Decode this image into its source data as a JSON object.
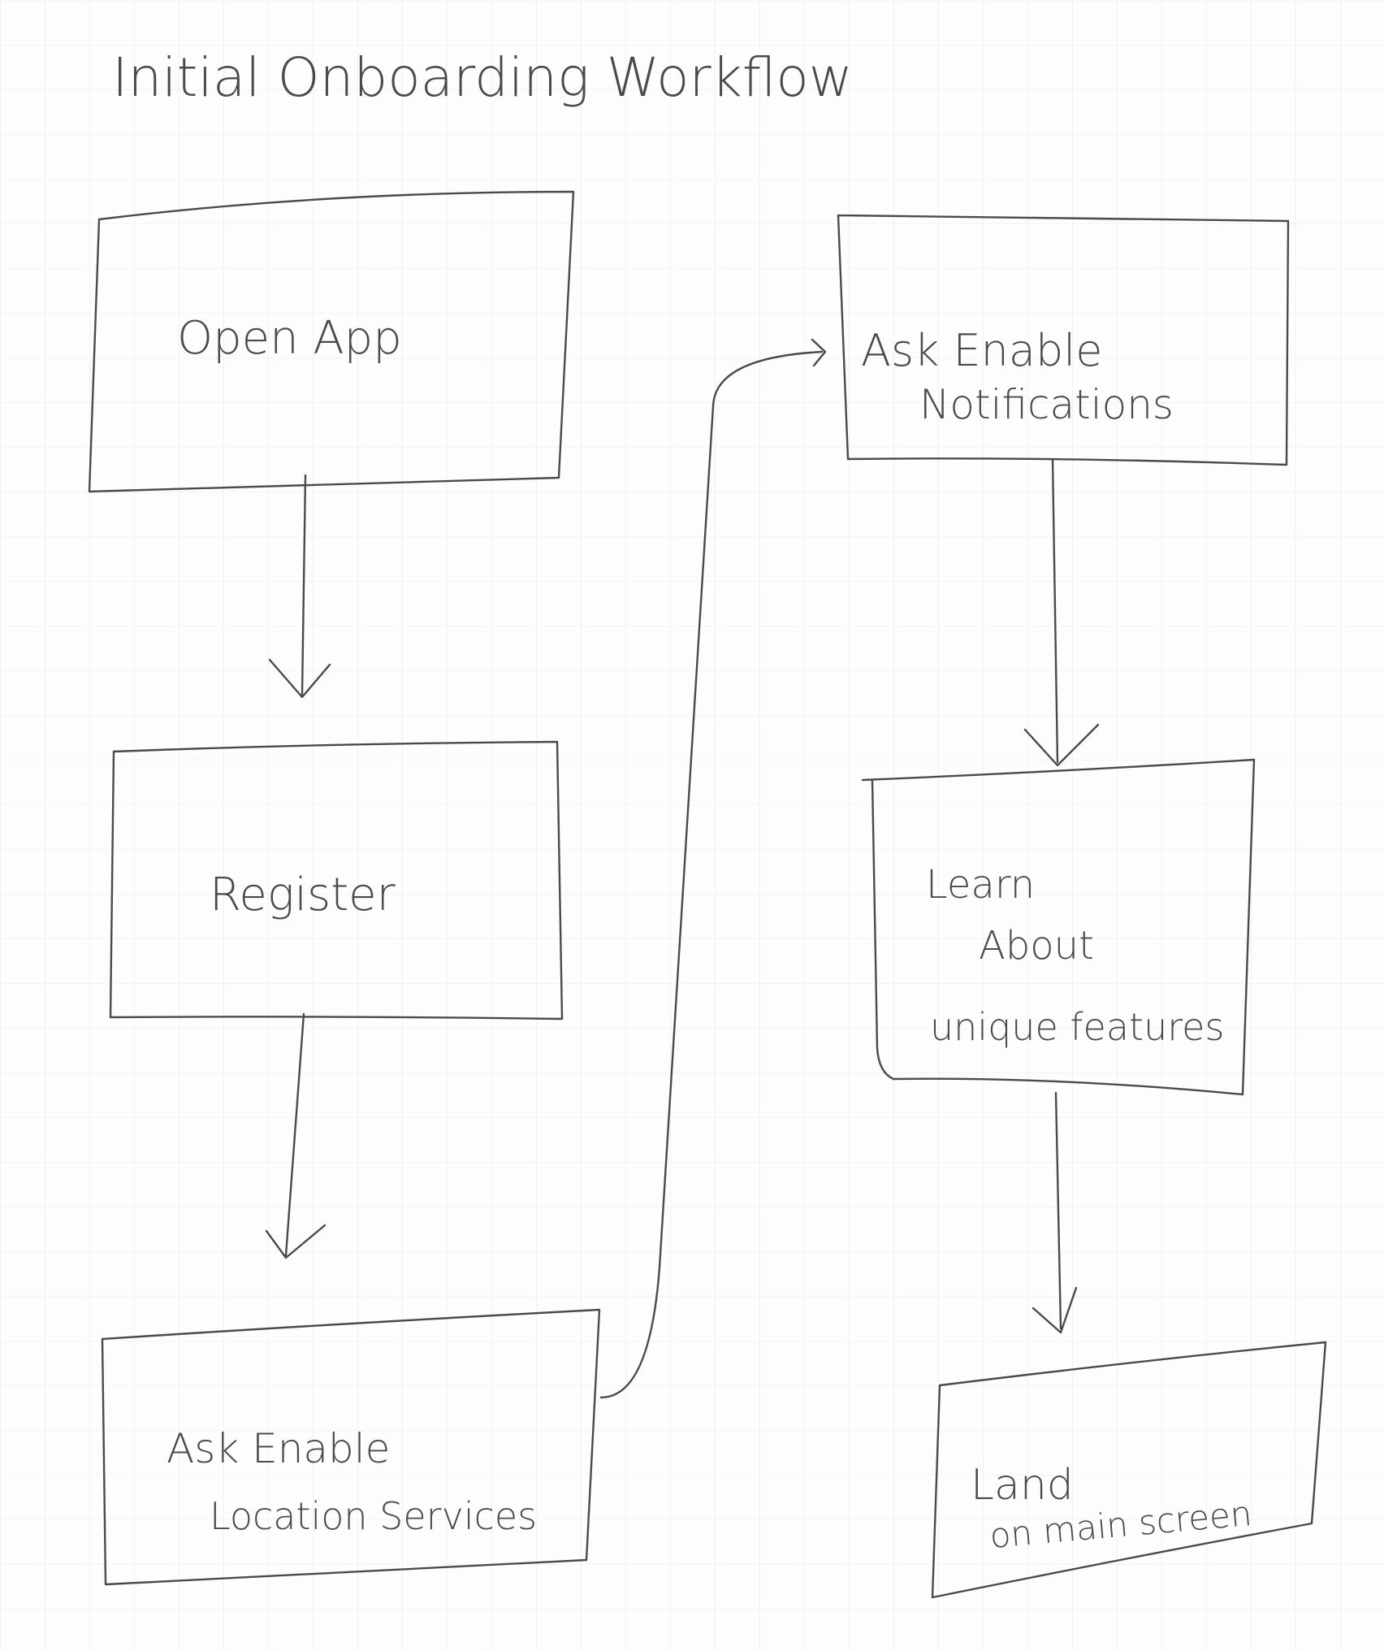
{
  "title": "Initial Onboarding Workflow",
  "steps": [
    {
      "lines": [
        "Open App"
      ]
    },
    {
      "lines": [
        "Register"
      ]
    },
    {
      "lines": [
        "Ask Enable",
        "Location Services"
      ]
    },
    {
      "lines": [
        "Ask Enable",
        "Notifications"
      ]
    },
    {
      "lines": [
        "Learn",
        "About",
        "unique features"
      ]
    },
    {
      "lines": [
        "Land",
        "on main screen"
      ]
    }
  ],
  "ink_color": "#4a4a4a"
}
